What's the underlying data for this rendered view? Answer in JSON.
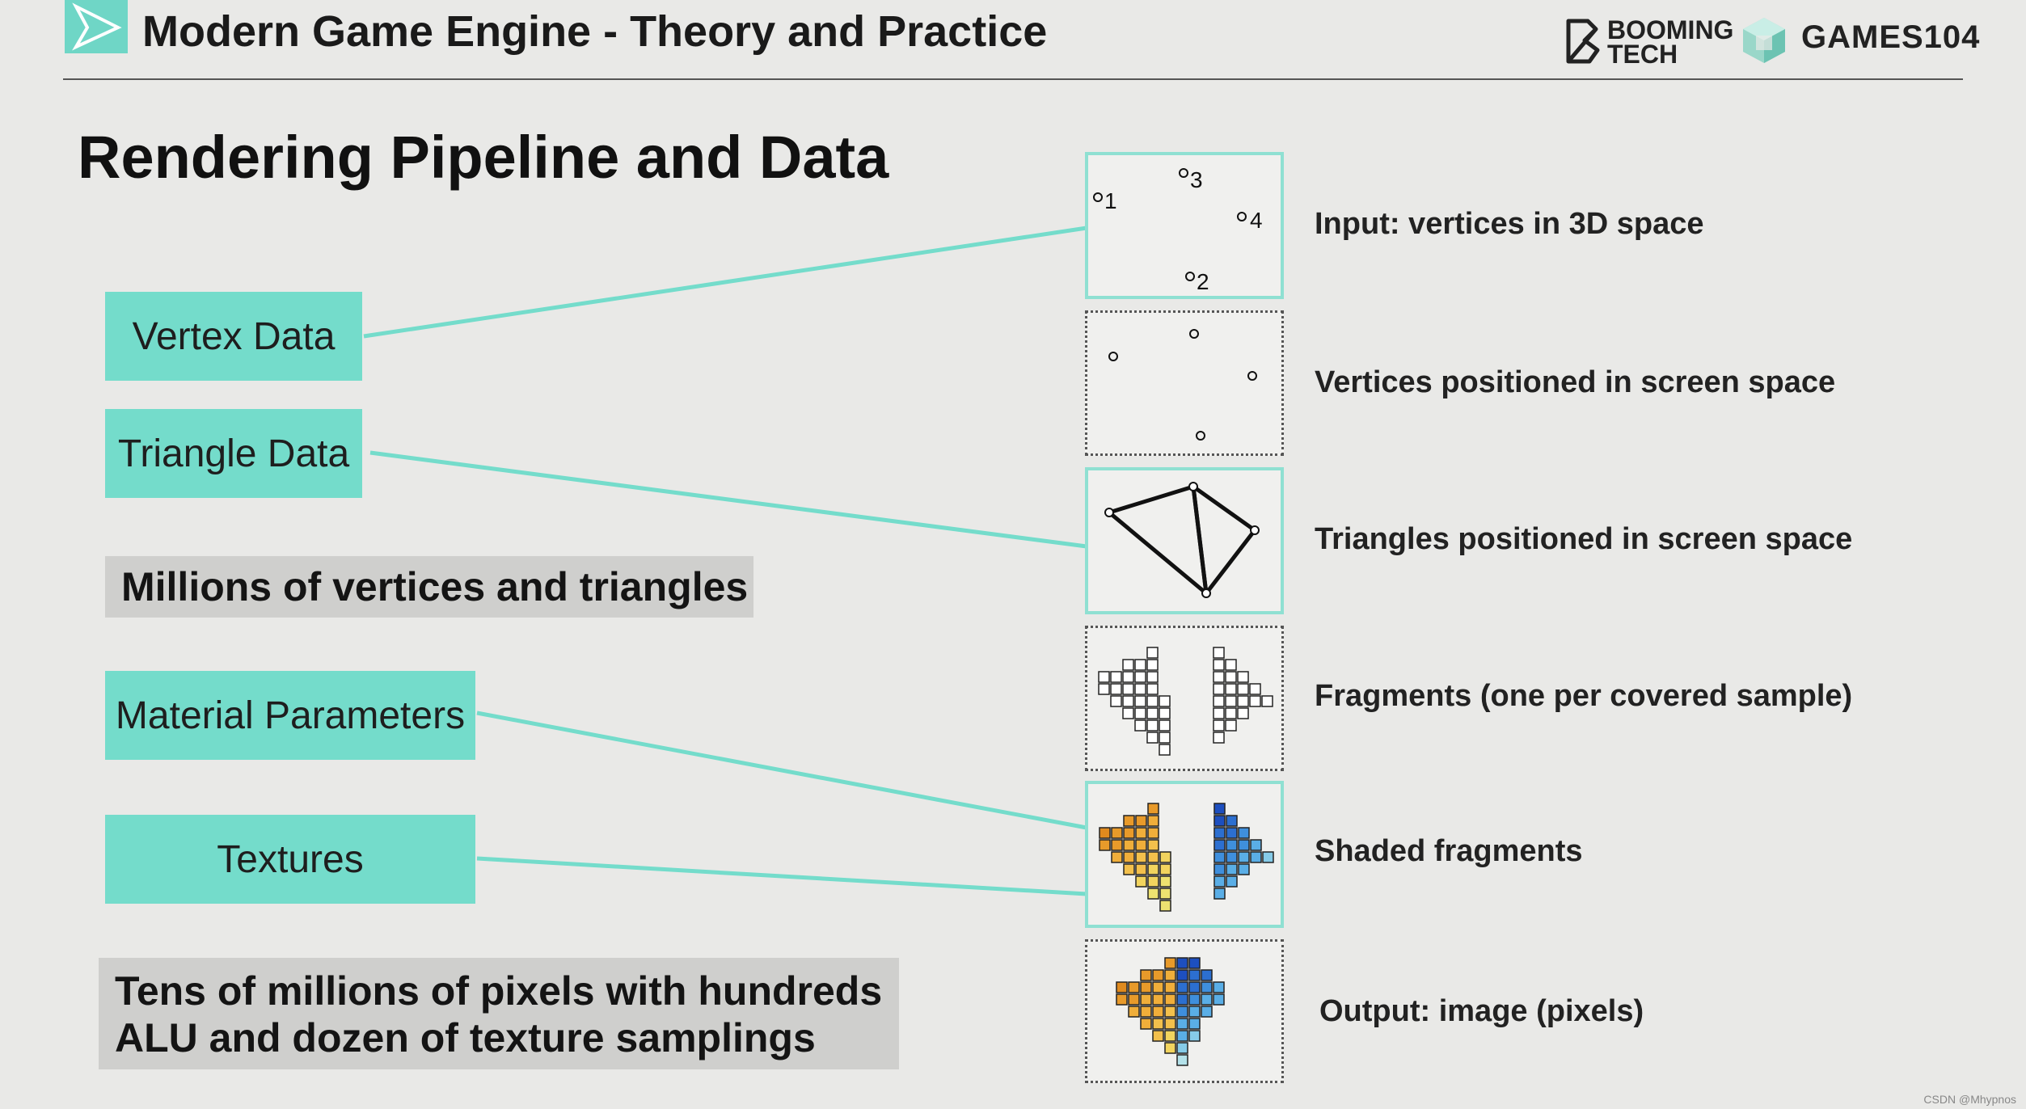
{
  "header": {
    "title": "Modern Game Engine - Theory and Practice",
    "booming_line1": "BOOMING",
    "booming_line2": "TECH",
    "games_label": "GAMES104",
    "accent_color": "#74dccb"
  },
  "slide": {
    "title": "Rendering Pipeline and Data",
    "data_boxes": [
      "Vertex Data",
      "Triangle Data",
      "Material Parameters",
      "Textures"
    ],
    "note_vertices": "Millions of vertices and triangles",
    "note_pixels_line1": "Tens of millions of pixels with hundreds",
    "note_pixels_line2": "ALU and dozen of texture samplings"
  },
  "stages": [
    {
      "label": "Input: vertices in 3D space",
      "vertex_numbers": [
        "1",
        "3",
        "4",
        "2"
      ]
    },
    {
      "label": "Vertices positioned in screen space"
    },
    {
      "label": "Triangles positioned in screen space"
    },
    {
      "label": "Fragments (one per covered sample)"
    },
    {
      "label": "Shaded fragments"
    },
    {
      "label": "Output: image (pixels)"
    }
  ],
  "watermark": "CSDN @Mhypnos"
}
